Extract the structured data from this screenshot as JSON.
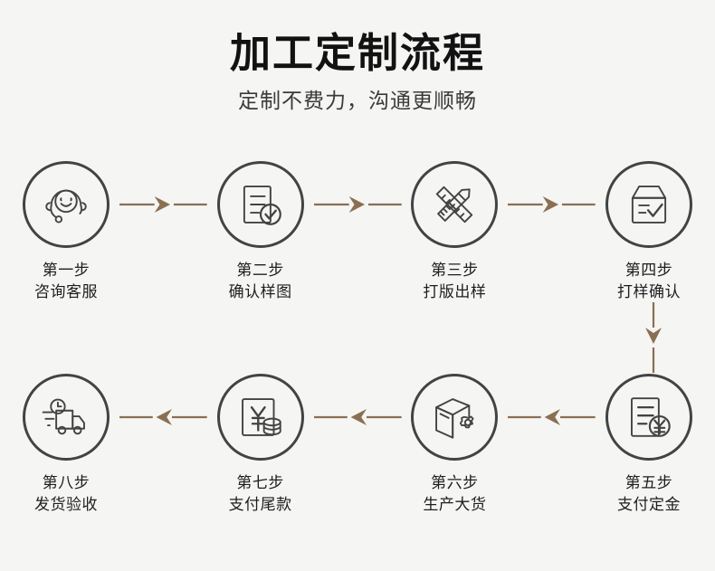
{
  "header": {
    "title": "加工定制流程",
    "subtitle": "定制不费力，沟通更顺畅"
  },
  "colors": {
    "background": "#f5f5f4",
    "icon_stroke": "#434343",
    "arrow": "#8a6f52",
    "title_text": "#121212",
    "label_text": "#1e1e1e"
  },
  "flow": {
    "row1": {
      "direction": "left-to-right",
      "steps": [
        {
          "index": "1",
          "icon": "headset-icon",
          "step_label": "第一步",
          "action_label": "咨询客服"
        },
        {
          "index": "2",
          "icon": "document-check-icon",
          "step_label": "第二步",
          "action_label": "确认样图"
        },
        {
          "index": "3",
          "icon": "pencil-ruler-icon",
          "step_label": "第三步",
          "action_label": "打版出样"
        },
        {
          "index": "4",
          "icon": "box-check-icon",
          "step_label": "第四步",
          "action_label": "打样确认"
        }
      ]
    },
    "row2": {
      "direction": "right-to-left",
      "steps": [
        {
          "index": "8",
          "icon": "delivery-truck-clock-icon",
          "step_label": "第八步",
          "action_label": "发货验收"
        },
        {
          "index": "7",
          "icon": "yuan-bill-coins-icon",
          "step_label": "第七步",
          "action_label": "支付尾款"
        },
        {
          "index": "6",
          "icon": "box-gear-icon",
          "step_label": "第六步",
          "action_label": "生产大货"
        },
        {
          "index": "5",
          "icon": "invoice-yuan-icon",
          "step_label": "第五步",
          "action_label": "支付定金"
        }
      ]
    },
    "vertical_connector": {
      "icon": "arrow-down-icon",
      "from_step": "4",
      "to_step": "5"
    },
    "horizontal_connector_right": {
      "icon": "arrow-right-icon"
    },
    "horizontal_connector_left": {
      "icon": "arrow-left-icon"
    }
  }
}
